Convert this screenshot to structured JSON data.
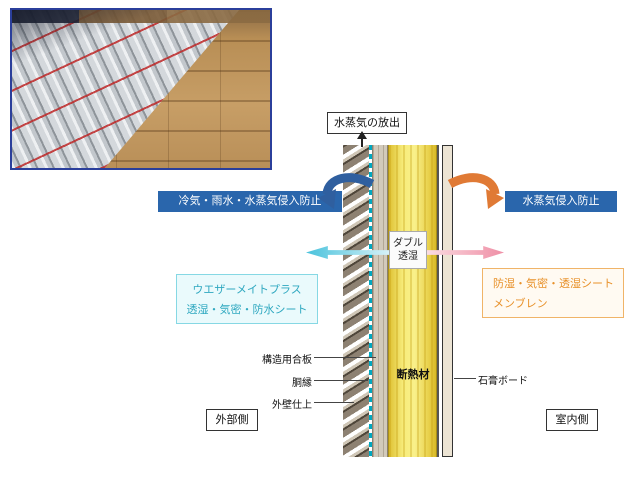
{
  "diagram": {
    "vapor_release_label": "水蒸気の放出",
    "left_prevention_label": "冷気・雨水・水蒸気侵入防止",
    "right_prevention_label": "水蒸気侵入防止",
    "double_permeation": {
      "line1": "ダブル",
      "line2": "透湿"
    },
    "weathermate_box": {
      "line1": "ウエザーメイトプラス",
      "line2": "透湿・気密・防水シート"
    },
    "membrane_box": {
      "line1": "防湿・気密・透湿シート",
      "line2": "メンブレン"
    },
    "layers": {
      "plywood": "構造用合板",
      "furring": "胴縁",
      "exterior_finish": "外壁仕上",
      "insulation": "断熱材",
      "gypsum_board": "石膏ボード"
    },
    "sides": {
      "exterior": "外部側",
      "interior": "室内側"
    },
    "colors": {
      "banner_blue": "#2a66ac",
      "deflect_arrow_blue": "#2f5f9f",
      "deflect_arrow_orange": "#e07a35",
      "permeation_cyan": "#49c2dc",
      "permeation_pink": "#ef8fa6",
      "insulation_yellow": "#f7ec7a",
      "weathermate_teal": "#00a8c0",
      "cyan_box_text": "#2fa8c0",
      "orange_box_text": "#e8912a",
      "photo_border_blue": "#2b3f9b"
    }
  }
}
